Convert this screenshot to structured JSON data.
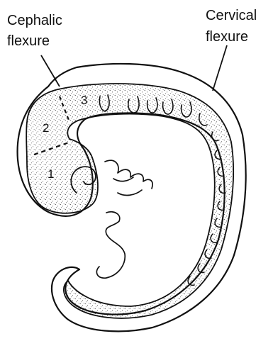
{
  "labels": {
    "cephalic_line1": "Cephalic",
    "cephalic_line2": "flexure",
    "cervical_line1": "Cervical",
    "cervical_line2": "flexure",
    "region_1": "1",
    "region_2": "2",
    "region_3": "3"
  },
  "icons": {
    "stipple": "stipple-dots-icon"
  },
  "colors": {
    "ink": "#111111",
    "paper": "#ffffff"
  }
}
